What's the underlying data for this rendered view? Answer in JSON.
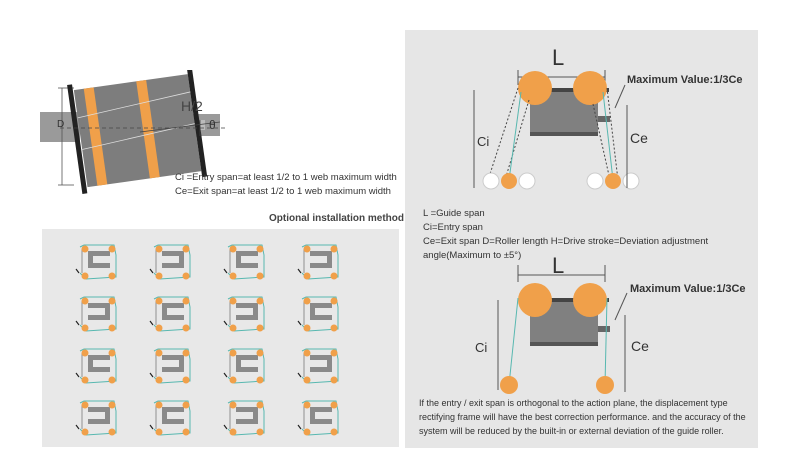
{
  "roller_diagram": {
    "label_d": "D",
    "label_h2": "H/2",
    "label_theta": "θ"
  },
  "definitions_left": {
    "line1": "Ci =Entry span=at least 1/2 to 1 web maximum width",
    "line2": "Ce=Exit span=at least 1/2 to 1 web maximum width"
  },
  "optional_title": "Optional installation method",
  "top_diagram": {
    "label_l": "L",
    "max_value": "Maximum Value:1/3Ce",
    "label_ci": "Ci",
    "label_ce": "Ce"
  },
  "legend": {
    "line1": "L =Guide span",
    "line2": "Ci=Entry span",
    "line3": "Ce=Exit span D=Roller length H=Drive stroke=Deviation adjustment",
    "line4": "angle(Maximum to ±5°)"
  },
  "bottom_diagram": {
    "label_l": "L",
    "max_value": "Maximum Value:1/3Ce",
    "label_ci": "Ci",
    "label_ce": "Ce"
  },
  "note": {
    "line1": "If the entry / exit span is orthogonal to the action plane, the displacement type",
    "line2": "rectifying frame will have the best correction performance. and the accuracy of the",
    "line3": "system will be reduced by the built-in or external deviation of the guide roller."
  },
  "colors": {
    "roller_orange": "#f0a04a",
    "frame_gray": "#8a8a8a",
    "web_teal": "#58b8b0",
    "panel_bg": "#e6e6e6"
  }
}
